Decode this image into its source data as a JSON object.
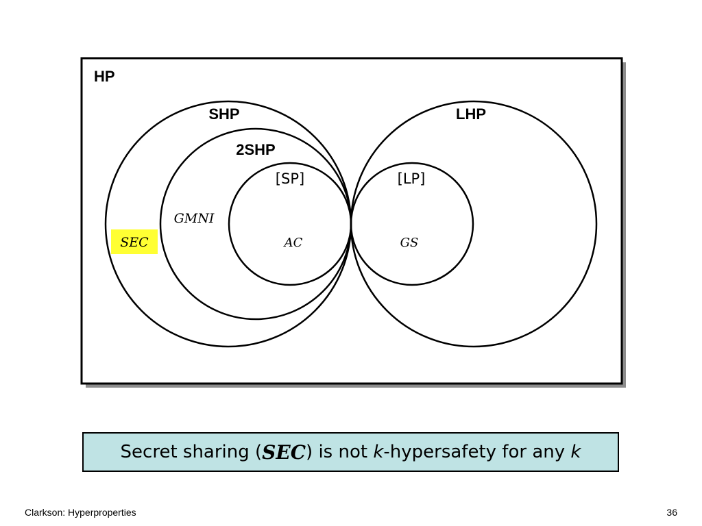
{
  "diagram": {
    "outer_label": "HP",
    "sets": {
      "shp": "SHP",
      "twoshp": "2SHP",
      "sp": "[SP]",
      "lhp": "LHP",
      "lp": "[LP]"
    },
    "examples": {
      "gmni": "GMNI",
      "sec": "SEC",
      "ac": "AC",
      "gs": "GS"
    },
    "colors": {
      "sec_highlight": "#ffff33",
      "caption_background": "#bfe3e4",
      "shadow": "#8c8c8c"
    }
  },
  "caption": {
    "part1": "Secret sharing (",
    "sec": "SEC",
    "part2": ") is not ",
    "k1": "k",
    "part3": "-hypersafety for any ",
    "k2": "k"
  },
  "footer": {
    "left": "Clarkson: Hyperproperties",
    "page_number": "36"
  }
}
